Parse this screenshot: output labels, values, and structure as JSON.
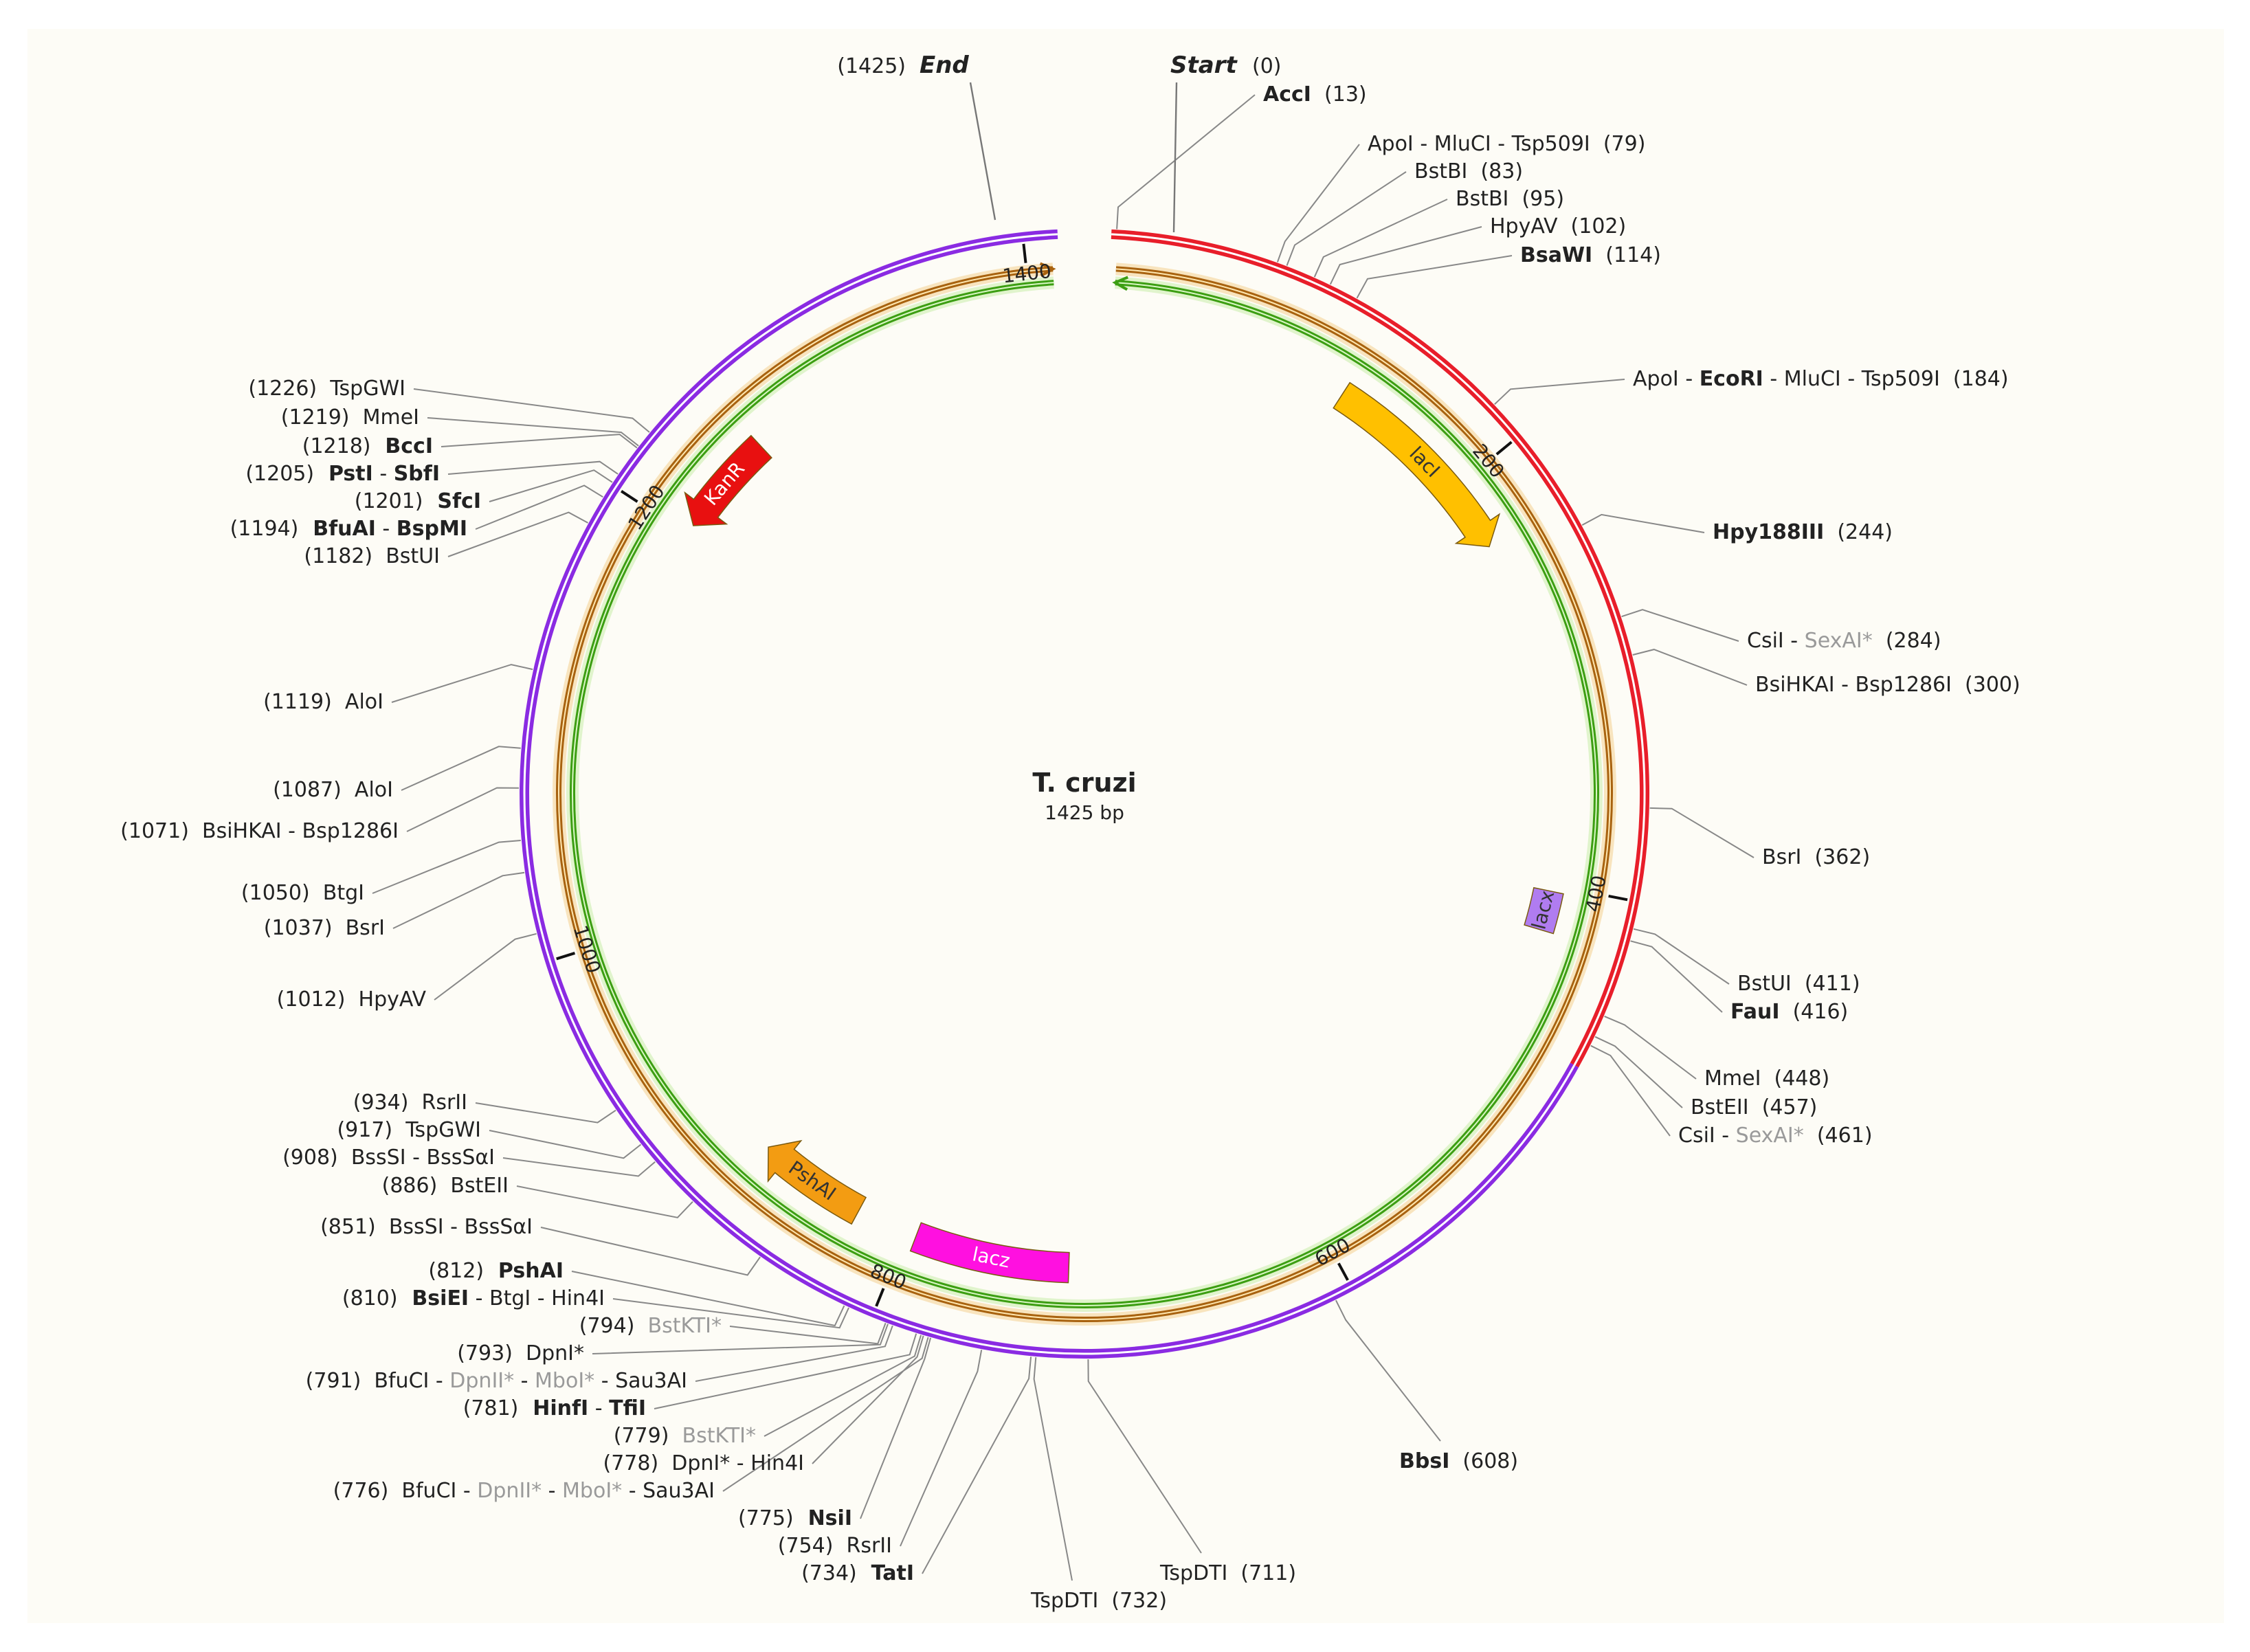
{
  "map": {
    "name": "T. cruzi",
    "length_label": "1425 bp",
    "total_bp": 1425,
    "start_label": "Start",
    "start_pos": "(0)",
    "end_label": "End",
    "end_pos": "(1425)"
  },
  "colors": {
    "background": "#fdfcf6",
    "ring_red": "#e81e2a",
    "ring_purple": "#8a2be2",
    "ring_brown": "#a8620f",
    "ring_green": "#3c9e12",
    "feature_laci": "#ffc000",
    "feature_kanr": "#e81010",
    "feature_pshai": "#f39c12",
    "feature_lacz": "#ff10e0",
    "feature_lacx": "#b07cf0",
    "label_text": "#222222",
    "muted_text": "#9a9a9a"
  },
  "ticks": [
    {
      "bp": 200,
      "label": "200"
    },
    {
      "bp": 400,
      "label": "400"
    },
    {
      "bp": 600,
      "label": "600"
    },
    {
      "bp": 800,
      "label": "800"
    },
    {
      "bp": 1000,
      "label": "1000"
    },
    {
      "bp": 1200,
      "label": "1200"
    },
    {
      "bp": 1400,
      "label": "1400"
    }
  ],
  "features": [
    {
      "name": "lacI",
      "start": 130,
      "end": 232,
      "dir": 1,
      "color": "#ffc000",
      "text_color": "#333333"
    },
    {
      "name": "lacx",
      "start": 403,
      "end": 422,
      "dir": 0,
      "color": "#b07cf0",
      "text_color": "#333333"
    },
    {
      "name": "lacz",
      "start": 720,
      "end": 795,
      "dir": 0,
      "color": "#ff10e0",
      "text_color": "#ffffff"
    },
    {
      "name": "PshAI",
      "start": 825,
      "end": 878,
      "dir": 1,
      "color": "#f39c12",
      "text_color": "#333333"
    },
    {
      "name": "KanR",
      "start": 1205,
      "end": 1255,
      "dir": -1,
      "color": "#e81010",
      "text_color": "#ffffff"
    }
  ],
  "sites": [
    {
      "pos": 13,
      "parts": [
        {
          "t": "AccI",
          "s": "b"
        },
        {
          "t": "(13)",
          "s": ""
        }
      ]
    },
    {
      "pos": 79,
      "parts": [
        {
          "t": "ApoI",
          "s": ""
        },
        {
          "t": " - ",
          "s": ""
        },
        {
          "t": "MluCI",
          "s": ""
        },
        {
          "t": " - ",
          "s": ""
        },
        {
          "t": "Tsp509I",
          "s": ""
        },
        {
          "t": "(79)",
          "s": ""
        }
      ]
    },
    {
      "pos": 83,
      "parts": [
        {
          "t": "BstBI",
          "s": ""
        },
        {
          "t": "(83)",
          "s": ""
        }
      ]
    },
    {
      "pos": 95,
      "parts": [
        {
          "t": "BstBI",
          "s": ""
        },
        {
          "t": "(95)",
          "s": ""
        }
      ]
    },
    {
      "pos": 102,
      "parts": [
        {
          "t": "HpyAV",
          "s": ""
        },
        {
          "t": "(102)",
          "s": ""
        }
      ]
    },
    {
      "pos": 114,
      "parts": [
        {
          "t": "BsaWI",
          "s": "b"
        },
        {
          "t": "(114)",
          "s": ""
        }
      ]
    },
    {
      "pos": 184,
      "parts": [
        {
          "t": "ApoI",
          "s": ""
        },
        {
          "t": " - ",
          "s": ""
        },
        {
          "t": "EcoRI",
          "s": "b"
        },
        {
          "t": " - ",
          "s": ""
        },
        {
          "t": "MluCI",
          "s": ""
        },
        {
          "t": " - ",
          "s": ""
        },
        {
          "t": "Tsp509I",
          "s": ""
        },
        {
          "t": "(184)",
          "s": ""
        }
      ]
    },
    {
      "pos": 244,
      "parts": [
        {
          "t": "Hpy188III",
          "s": "b"
        },
        {
          "t": "(244)",
          "s": ""
        }
      ]
    },
    {
      "pos": 284,
      "parts": [
        {
          "t": "CsiI",
          "s": ""
        },
        {
          "t": " - ",
          "s": ""
        },
        {
          "t": "SexAI*",
          "s": "g"
        },
        {
          "t": "(284)",
          "s": ""
        }
      ]
    },
    {
      "pos": 300,
      "parts": [
        {
          "t": "BsiHKAI",
          "s": ""
        },
        {
          "t": " - ",
          "s": ""
        },
        {
          "t": "Bsp1286I",
          "s": ""
        },
        {
          "t": "(300)",
          "s": ""
        }
      ]
    },
    {
      "pos": 362,
      "parts": [
        {
          "t": "BsrI",
          "s": ""
        },
        {
          "t": "(362)",
          "s": ""
        }
      ]
    },
    {
      "pos": 411,
      "parts": [
        {
          "t": "BstUI",
          "s": ""
        },
        {
          "t": "(411)",
          "s": ""
        }
      ]
    },
    {
      "pos": 416,
      "parts": [
        {
          "t": "FauI",
          "s": "b"
        },
        {
          "t": "(416)",
          "s": ""
        }
      ]
    },
    {
      "pos": 448,
      "parts": [
        {
          "t": "MmeI",
          "s": ""
        },
        {
          "t": "(448)",
          "s": ""
        }
      ]
    },
    {
      "pos": 457,
      "parts": [
        {
          "t": "BstEII",
          "s": ""
        },
        {
          "t": "(457)",
          "s": ""
        }
      ]
    },
    {
      "pos": 461,
      "parts": [
        {
          "t": "CsiI",
          "s": ""
        },
        {
          "t": " - ",
          "s": ""
        },
        {
          "t": "SexAI*",
          "s": "g"
        },
        {
          "t": "(461)",
          "s": ""
        }
      ]
    },
    {
      "pos": 608,
      "parts": [
        {
          "t": "BbsI",
          "s": "b"
        },
        {
          "t": "(608)",
          "s": ""
        }
      ]
    },
    {
      "pos": 711,
      "parts": [
        {
          "t": "TspDTI",
          "s": ""
        },
        {
          "t": "(711)",
          "s": ""
        }
      ]
    },
    {
      "pos": 732,
      "parts": [
        {
          "t": "TspDTI",
          "s": ""
        },
        {
          "t": "(732)",
          "s": ""
        }
      ]
    },
    {
      "pos": 734,
      "parts": [
        {
          "t": "(734)",
          "s": ""
        },
        {
          "t": "TatI",
          "s": "b"
        }
      ]
    },
    {
      "pos": 754,
      "parts": [
        {
          "t": "(754)",
          "s": ""
        },
        {
          "t": "RsrII",
          "s": ""
        }
      ]
    },
    {
      "pos": 775,
      "parts": [
        {
          "t": "(775)",
          "s": ""
        },
        {
          "t": "NsiI",
          "s": "b"
        }
      ]
    },
    {
      "pos": 776,
      "parts": [
        {
          "t": "(776)",
          "s": ""
        },
        {
          "t": "BfuCI",
          "s": ""
        },
        {
          "t": " - ",
          "s": ""
        },
        {
          "t": "DpnII*",
          "s": "g"
        },
        {
          "t": " - ",
          "s": ""
        },
        {
          "t": "MboI*",
          "s": "g"
        },
        {
          "t": " - ",
          "s": ""
        },
        {
          "t": "Sau3AI",
          "s": ""
        }
      ]
    },
    {
      "pos": 778,
      "parts": [
        {
          "t": "(778)",
          "s": ""
        },
        {
          "t": "DpnI*",
          "s": ""
        },
        {
          "t": " - ",
          "s": ""
        },
        {
          "t": "Hin4I",
          "s": ""
        }
      ]
    },
    {
      "pos": 779,
      "parts": [
        {
          "t": "(779)",
          "s": ""
        },
        {
          "t": "BstKTI*",
          "s": "g"
        }
      ]
    },
    {
      "pos": 781,
      "parts": [
        {
          "t": "(781)",
          "s": ""
        },
        {
          "t": "HinfI",
          "s": "b"
        },
        {
          "t": " - ",
          "s": ""
        },
        {
          "t": "TfiI",
          "s": "b"
        }
      ]
    },
    {
      "pos": 791,
      "parts": [
        {
          "t": "(791)",
          "s": ""
        },
        {
          "t": "BfuCI",
          "s": ""
        },
        {
          "t": " - ",
          "s": ""
        },
        {
          "t": "DpnII*",
          "s": "g"
        },
        {
          "t": " - ",
          "s": ""
        },
        {
          "t": "MboI*",
          "s": "g"
        },
        {
          "t": " - ",
          "s": ""
        },
        {
          "t": "Sau3AI",
          "s": ""
        }
      ]
    },
    {
      "pos": 793,
      "parts": [
        {
          "t": "(793)",
          "s": ""
        },
        {
          "t": "DpnI*",
          "s": ""
        }
      ]
    },
    {
      "pos": 794,
      "parts": [
        {
          "t": "(794)",
          "s": ""
        },
        {
          "t": "BstKTI*",
          "s": "g"
        }
      ]
    },
    {
      "pos": 810,
      "parts": [
        {
          "t": "(810)",
          "s": ""
        },
        {
          "t": "BsiEI",
          "s": "b"
        },
        {
          "t": " - ",
          "s": ""
        },
        {
          "t": "BtgI",
          "s": ""
        },
        {
          "t": " - ",
          "s": ""
        },
        {
          "t": "Hin4I",
          "s": ""
        }
      ]
    },
    {
      "pos": 812,
      "parts": [
        {
          "t": "(812)",
          "s": ""
        },
        {
          "t": "PshAI",
          "s": "b"
        }
      ]
    },
    {
      "pos": 851,
      "parts": [
        {
          "t": "(851)",
          "s": ""
        },
        {
          "t": "BssSI",
          "s": ""
        },
        {
          "t": " - ",
          "s": ""
        },
        {
          "t": "BssSαI",
          "s": ""
        }
      ]
    },
    {
      "pos": 886,
      "parts": [
        {
          "t": "(886)",
          "s": ""
        },
        {
          "t": "BstEII",
          "s": ""
        }
      ]
    },
    {
      "pos": 908,
      "parts": [
        {
          "t": "(908)",
          "s": ""
        },
        {
          "t": "BssSI",
          "s": ""
        },
        {
          "t": " - ",
          "s": ""
        },
        {
          "t": "BssSαI",
          "s": ""
        }
      ]
    },
    {
      "pos": 917,
      "parts": [
        {
          "t": "(917)",
          "s": ""
        },
        {
          "t": "TspGWI",
          "s": ""
        }
      ]
    },
    {
      "pos": 934,
      "parts": [
        {
          "t": "(934)",
          "s": ""
        },
        {
          "t": "RsrII",
          "s": ""
        }
      ]
    },
    {
      "pos": 1012,
      "parts": [
        {
          "t": "(1012)",
          "s": ""
        },
        {
          "t": "HpyAV",
          "s": ""
        }
      ]
    },
    {
      "pos": 1037,
      "parts": [
        {
          "t": "(1037)",
          "s": ""
        },
        {
          "t": "BsrI",
          "s": ""
        }
      ]
    },
    {
      "pos": 1050,
      "parts": [
        {
          "t": "(1050)",
          "s": ""
        },
        {
          "t": "BtgI",
          "s": ""
        }
      ]
    },
    {
      "pos": 1071,
      "parts": [
        {
          "t": "(1071)",
          "s": ""
        },
        {
          "t": "BsiHKAI",
          "s": ""
        },
        {
          "t": " - ",
          "s": ""
        },
        {
          "t": "Bsp1286I",
          "s": ""
        }
      ]
    },
    {
      "pos": 1087,
      "parts": [
        {
          "t": "(1087)",
          "s": ""
        },
        {
          "t": "AloI",
          "s": ""
        }
      ]
    },
    {
      "pos": 1119,
      "parts": [
        {
          "t": "(1119)",
          "s": ""
        },
        {
          "t": "AloI",
          "s": ""
        }
      ]
    },
    {
      "pos": 1182,
      "parts": [
        {
          "t": "(1182)",
          "s": ""
        },
        {
          "t": "BstUI",
          "s": ""
        }
      ]
    },
    {
      "pos": 1194,
      "parts": [
        {
          "t": "(1194)",
          "s": ""
        },
        {
          "t": "BfuAI",
          "s": "b"
        },
        {
          "t": " - ",
          "s": ""
        },
        {
          "t": "BspMI",
          "s": "b"
        }
      ]
    },
    {
      "pos": 1201,
      "parts": [
        {
          "t": "(1201)",
          "s": ""
        },
        {
          "t": "SfcI",
          "s": "b"
        }
      ]
    },
    {
      "pos": 1205,
      "parts": [
        {
          "t": "(1205)",
          "s": ""
        },
        {
          "t": "PstI",
          "s": "b"
        },
        {
          "t": " - ",
          "s": ""
        },
        {
          "t": "SbfI",
          "s": "b"
        }
      ]
    },
    {
      "pos": 1218,
      "parts": [
        {
          "t": "(1218)",
          "s": ""
        },
        {
          "t": "BccI",
          "s": "b"
        }
      ]
    },
    {
      "pos": 1219,
      "parts": [
        {
          "t": "(1219)",
          "s": ""
        },
        {
          "t": "MmeI",
          "s": ""
        }
      ]
    },
    {
      "pos": 1226,
      "parts": [
        {
          "t": "(1226)",
          "s": ""
        },
        {
          "t": "TspGWI",
          "s": ""
        }
      ]
    }
  ]
}
